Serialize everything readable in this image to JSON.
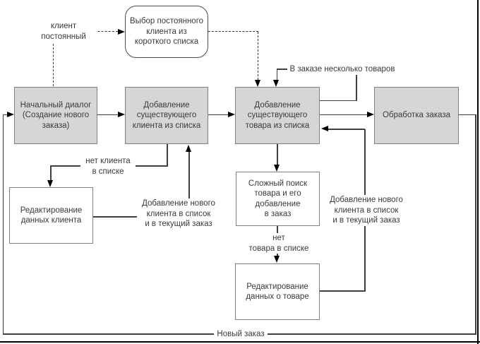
{
  "diagram": {
    "title_label": "Новый заказ",
    "nodes": {
      "start": {
        "lines": [
          "Начальный диалог",
          "(Создание нового",
          "заказа)"
        ]
      },
      "add_client": {
        "lines": [
          "Добавление",
          "существующего",
          "клиента из списка"
        ]
      },
      "add_product": {
        "lines": [
          "Добавление",
          "существующего",
          "товара из списка"
        ]
      },
      "process_order": {
        "lines": [
          "Обработка заказа"
        ]
      },
      "choose_regular": {
        "lines": [
          "Выбор постоянного",
          "клиента из",
          "короткого списка"
        ]
      },
      "edit_client": {
        "lines": [
          "Редактирование",
          "данных клиента"
        ]
      },
      "complex_search": {
        "lines": [
          "Сложный поиск",
          "товара и его",
          "добавление",
          "в заказ"
        ]
      },
      "edit_product": {
        "lines": [
          "Редактирование",
          "данных о товаре"
        ]
      }
    },
    "labels": {
      "regular_client": {
        "lines": [
          "клиент",
          "постоянный"
        ]
      },
      "no_client_in_list": {
        "lines": [
          "нет клиента",
          "в списке"
        ]
      },
      "add_new_client_left": {
        "lines": [
          "Добавление нового",
          "клиента в список",
          "и в текущий заказ"
        ]
      },
      "no_product_in_list": {
        "lines": [
          "нет",
          "товара в списке"
        ]
      },
      "add_new_client_right": {
        "lines": [
          "Добавление нового",
          "клиента в список",
          "и в текущий заказ"
        ]
      },
      "multiple_products": {
        "lines": [
          "В заказе несколько товаров"
        ]
      },
      "new_order": {
        "lines": [
          "Новый заказ"
        ]
      }
    },
    "colors": {
      "node_fill": "#d6d6d6",
      "node_border": "#7f7f7f",
      "line": "#3f3f3f",
      "arrow": "#000000",
      "text": "#3a3a3a",
      "page_edge": "#000000"
    }
  }
}
